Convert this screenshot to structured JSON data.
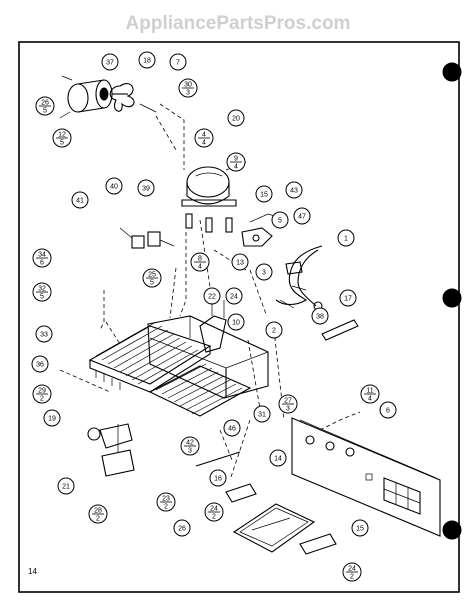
{
  "watermark": "AppliancePartsPros.com",
  "page_number": "14",
  "callouts": [
    {
      "id": "c37",
      "label": "37"
    },
    {
      "id": "c18",
      "label": "18"
    },
    {
      "id": "c7",
      "label": "7"
    },
    {
      "id": "c26_5",
      "label": "26\n5"
    },
    {
      "id": "c30_3",
      "label": "30\n3"
    },
    {
      "id": "c12_5",
      "label": "12\n5"
    },
    {
      "id": "c20",
      "label": "20"
    },
    {
      "id": "c4_4",
      "label": "4\n4"
    },
    {
      "id": "c9_4",
      "label": "9\n4"
    },
    {
      "id": "c15a",
      "label": "15"
    },
    {
      "id": "c43",
      "label": "43"
    },
    {
      "id": "c5",
      "label": "5"
    },
    {
      "id": "c47",
      "label": "47"
    },
    {
      "id": "c40",
      "label": "40"
    },
    {
      "id": "c39",
      "label": "39"
    },
    {
      "id": "c41",
      "label": "41"
    },
    {
      "id": "c1",
      "label": "1"
    },
    {
      "id": "c8_4",
      "label": "8\n4"
    },
    {
      "id": "c13",
      "label": "13"
    },
    {
      "id": "c3",
      "label": "3"
    },
    {
      "id": "c34_6",
      "label": "34\n6"
    },
    {
      "id": "c25_5",
      "label": "25\n5"
    },
    {
      "id": "c32_5",
      "label": "32\n5"
    },
    {
      "id": "c22",
      "label": "22"
    },
    {
      "id": "c24",
      "label": "24"
    },
    {
      "id": "c17",
      "label": "17"
    },
    {
      "id": "c10",
      "label": "10"
    },
    {
      "id": "c38",
      "label": "38"
    },
    {
      "id": "c33",
      "label": "33"
    },
    {
      "id": "c2",
      "label": "2"
    },
    {
      "id": "c36",
      "label": "36"
    },
    {
      "id": "c29_2",
      "label": "29\n2"
    },
    {
      "id": "c27_3",
      "label": "27\n3"
    },
    {
      "id": "c11_4",
      "label": "11\n4"
    },
    {
      "id": "c19",
      "label": "19"
    },
    {
      "id": "c31",
      "label": "31"
    },
    {
      "id": "c46",
      "label": "46"
    },
    {
      "id": "c42_3",
      "label": "42\n3"
    },
    {
      "id": "c6",
      "label": "6"
    },
    {
      "id": "c14",
      "label": "14"
    },
    {
      "id": "c21",
      "label": "21"
    },
    {
      "id": "c16a",
      "label": "16"
    },
    {
      "id": "c28_2",
      "label": "28\n2"
    },
    {
      "id": "c23_2",
      "label": "23\n2"
    },
    {
      "id": "c24_2a",
      "label": "24\n2"
    },
    {
      "id": "c26b",
      "label": "26"
    },
    {
      "id": "c15b",
      "label": "15"
    },
    {
      "id": "c24_2b",
      "label": "24\n2"
    }
  ]
}
